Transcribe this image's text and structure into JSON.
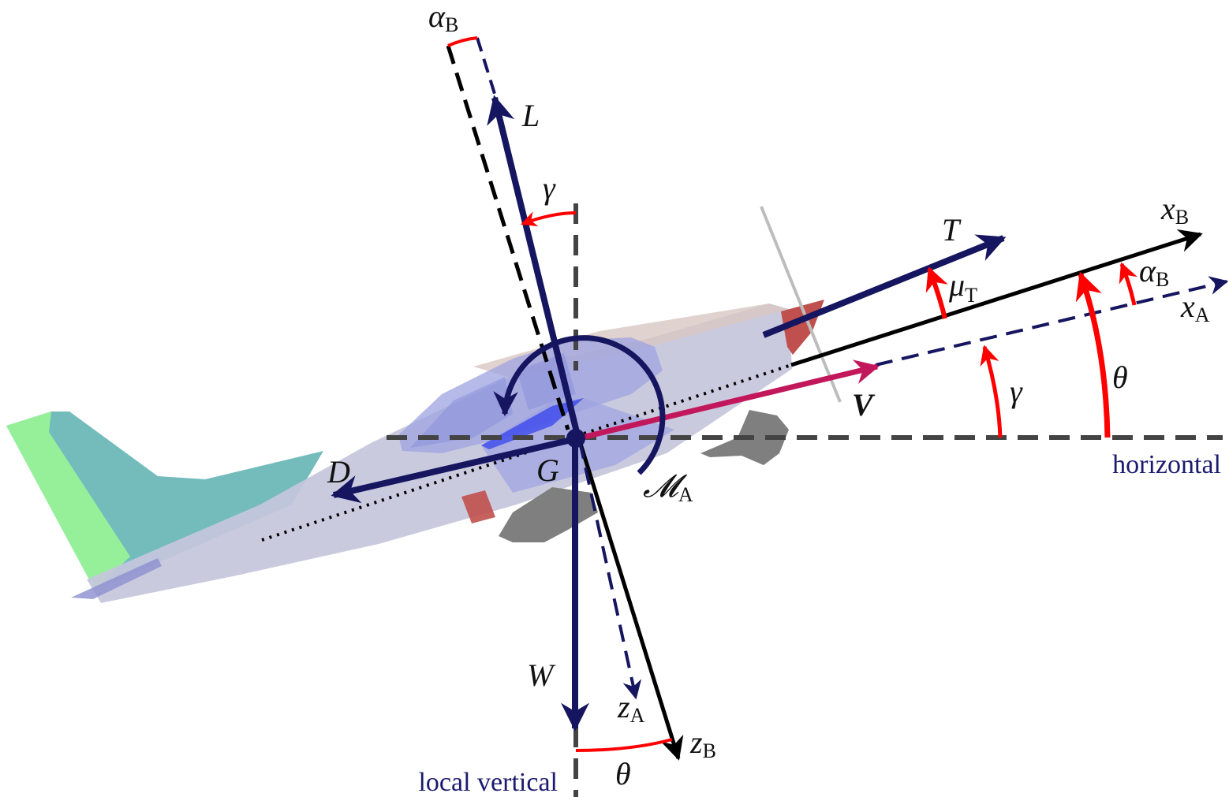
{
  "colors": {
    "force": "#151560",
    "axis": "#000000",
    "velocity": "#c2185b",
    "angle": "#ff0000",
    "reference": "#444444",
    "fuselage": "#c5c6dc",
    "canopy": "#9ea3e0",
    "fin": "#74bcbc",
    "fin_edge": "#96f09a",
    "spinner": "#c0504d",
    "gear": "#7f7f7f",
    "word_label": "#1a1a6e"
  },
  "labels": {
    "lift": "L",
    "drag": "D",
    "weight": "W",
    "thrust": "T",
    "velocity": "V",
    "cg": "G",
    "moment": "𝓜",
    "moment_sub": "A",
    "x_body": "x",
    "x_body_sub": "B",
    "x_air": "x",
    "x_air_sub": "A",
    "z_body": "z",
    "z_body_sub": "B",
    "z_air": "z",
    "z_air_sub": "A",
    "alpha_top": "α",
    "alpha_top_sub": "B",
    "alpha_right": "α",
    "alpha_right_sub": "B",
    "gamma_top": "γ",
    "gamma_right": "γ",
    "theta_right": "θ",
    "theta_bottom": "θ",
    "mu": "μ",
    "mu_sub": "T",
    "horizontal": "horizontal",
    "local_vertical": "local vertical"
  }
}
